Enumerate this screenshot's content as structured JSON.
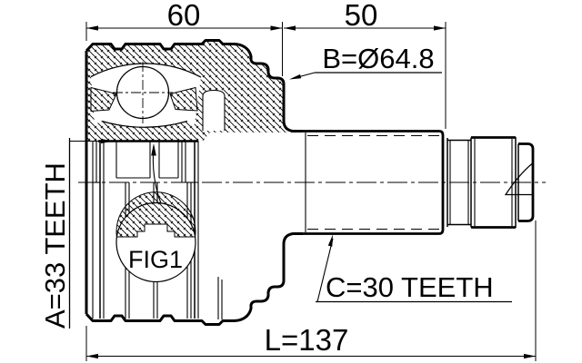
{
  "drawing": {
    "kind": "cv-joint-technical-drawing",
    "labels": {
      "dim_housing_width": "60",
      "dim_shaft_width": "50",
      "outer_diameter": "B=Ø64.8",
      "inner_spline_teeth": "A=33 TEETH",
      "shaft_spline_teeth": "C=30 TEETH",
      "overall_length": "L=137",
      "figure_ref": "FIG1"
    },
    "colors": {
      "line": "#000000",
      "background": "#ffffff"
    }
  }
}
